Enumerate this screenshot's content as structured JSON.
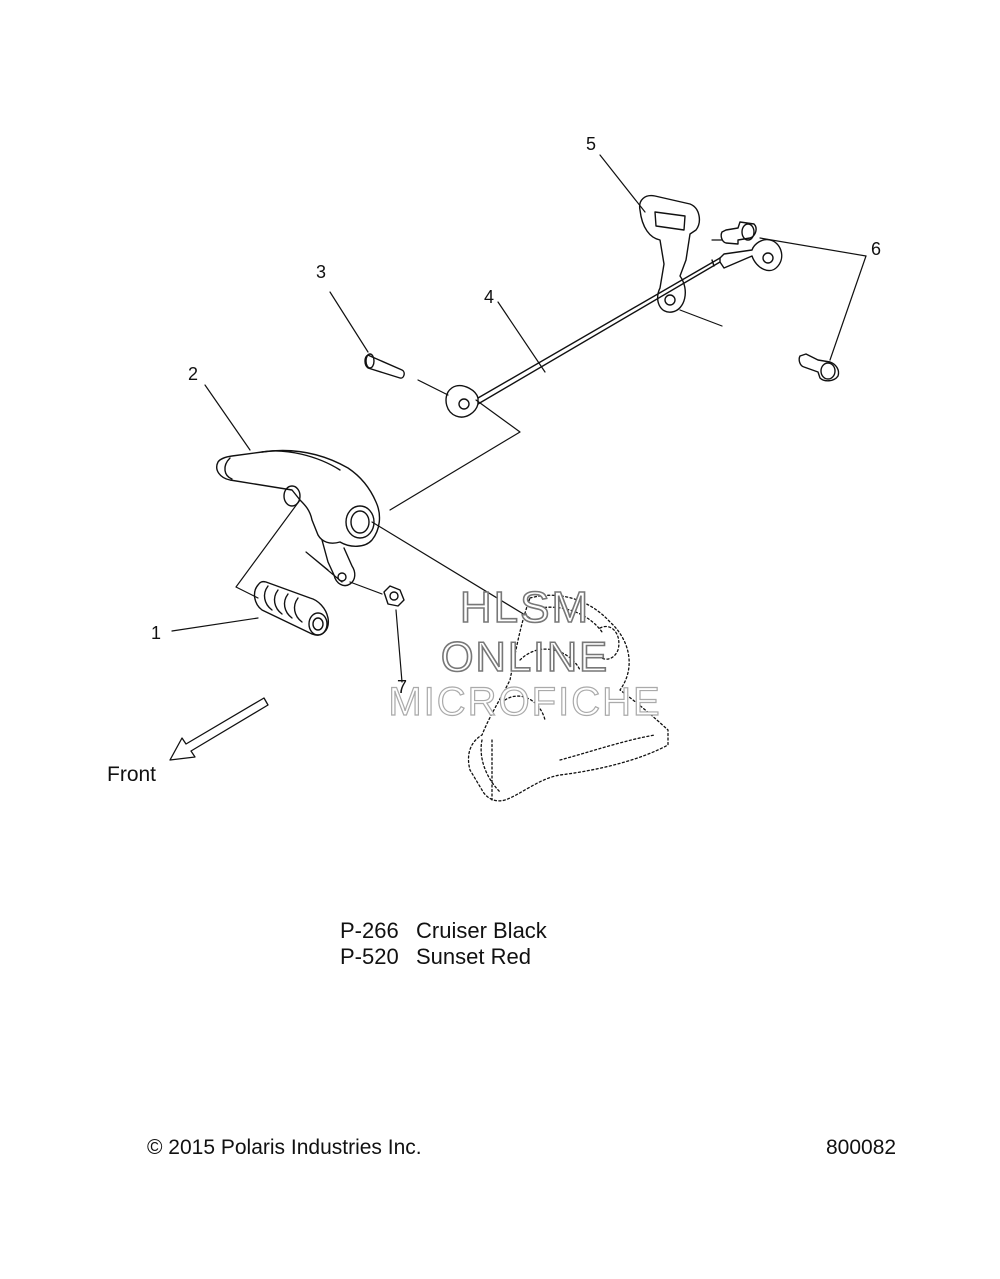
{
  "callouts": [
    {
      "num": "1"
    },
    {
      "num": "2"
    },
    {
      "num": "3"
    },
    {
      "num": "4"
    },
    {
      "num": "5"
    },
    {
      "num": "6"
    },
    {
      "num": "7"
    }
  ],
  "direction": {
    "label": "Front"
  },
  "watermark": {
    "line1": "HLSM",
    "line2": "ONLINE",
    "line3": "MICROFICHE"
  },
  "colors": [
    {
      "code": "P-266",
      "name": "Cruiser Black"
    },
    {
      "code": "P-520",
      "name": "Sunset Red"
    }
  ],
  "footer": {
    "copyright": "© 2015 Polaris Industries Inc.",
    "diagram_number": "800082"
  }
}
